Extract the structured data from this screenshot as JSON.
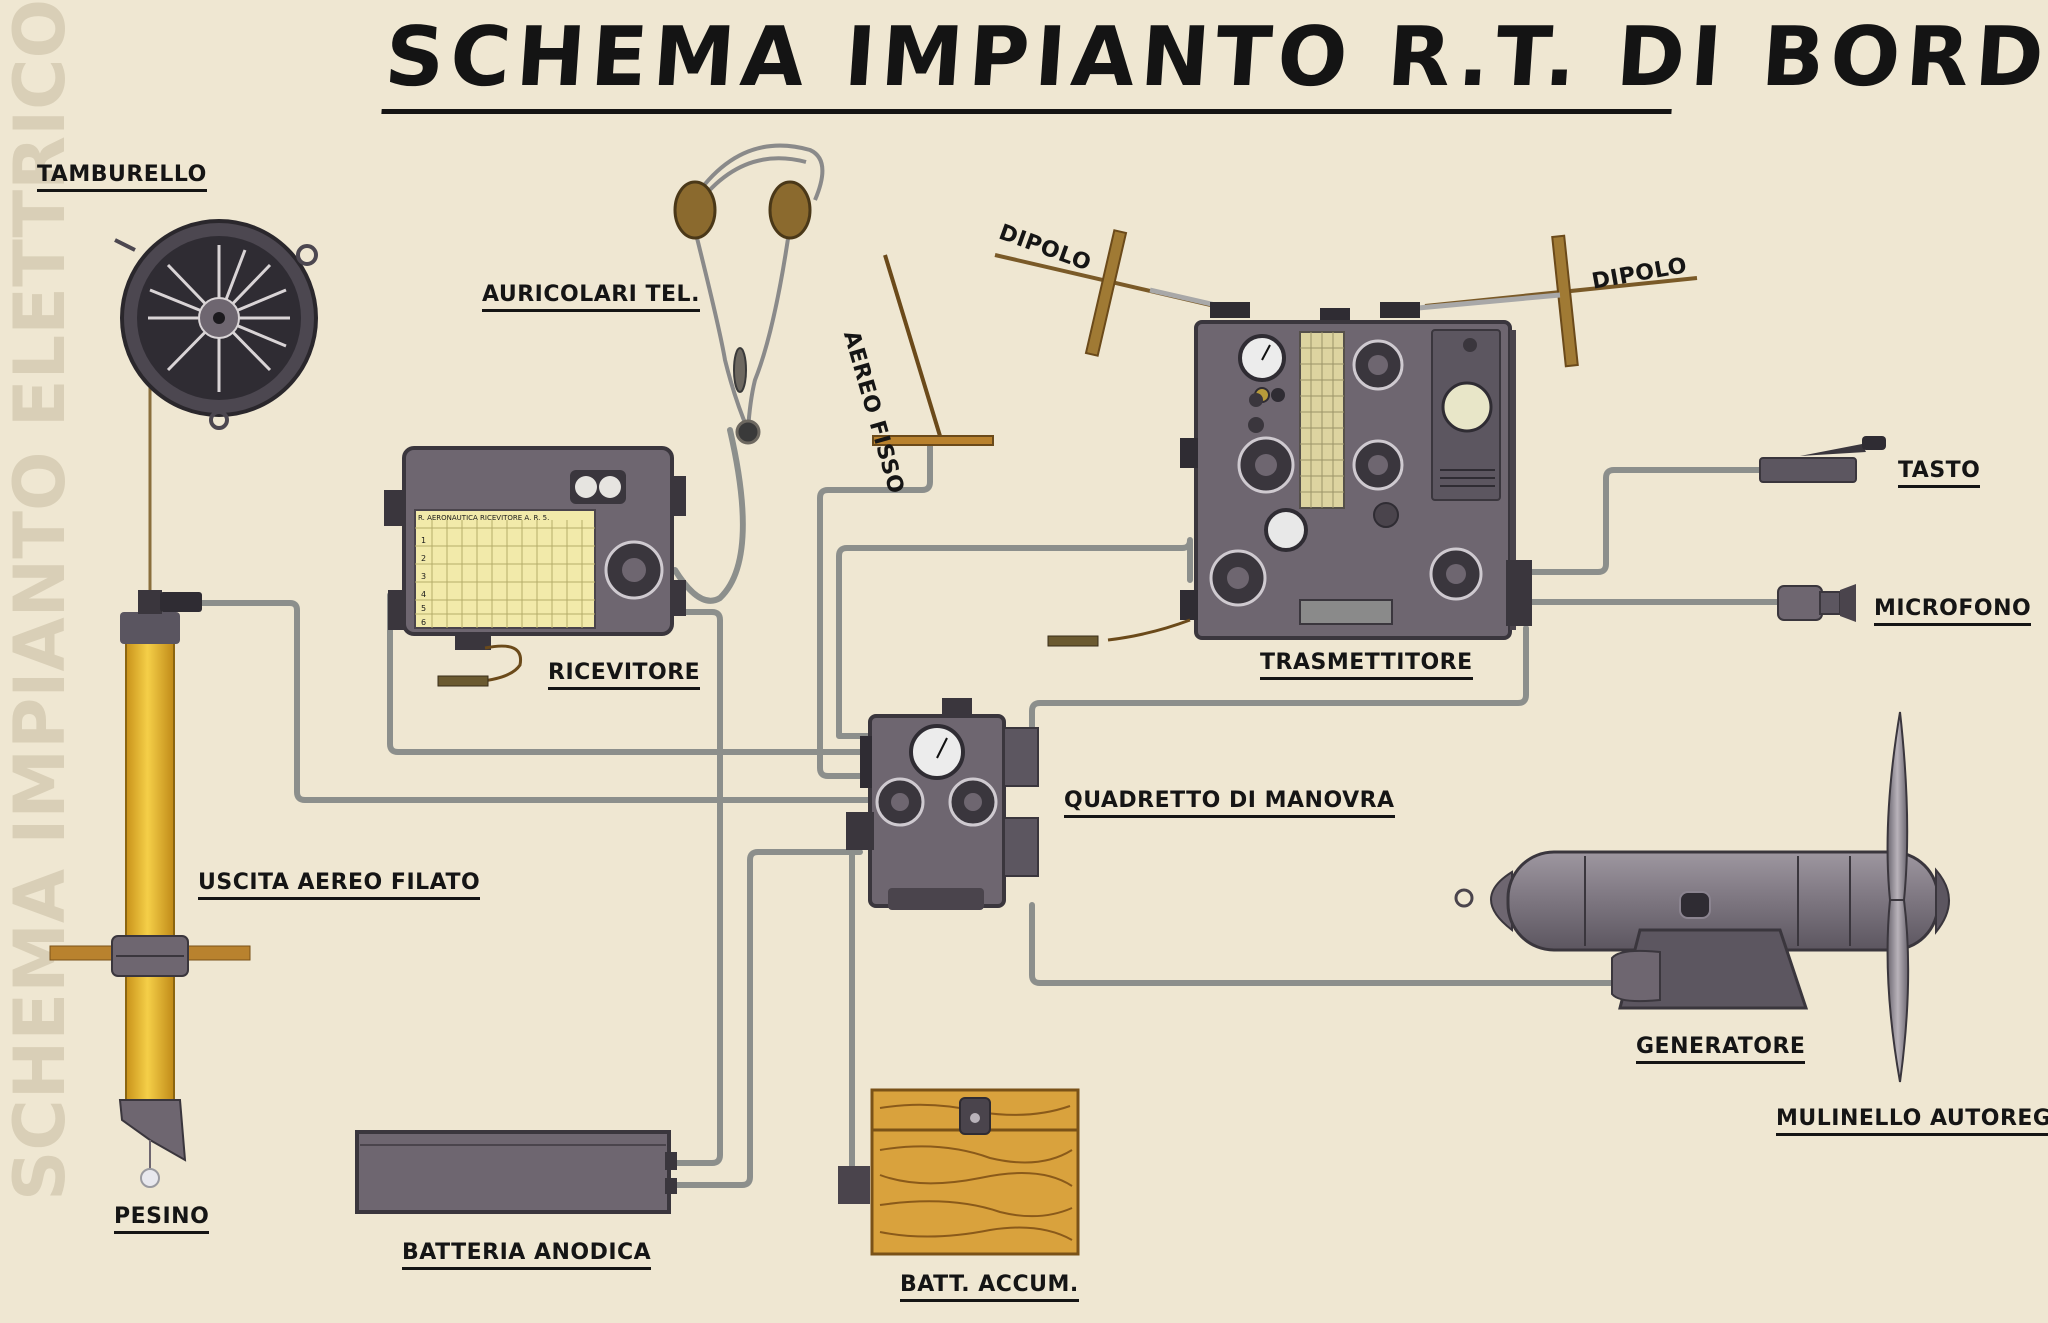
{
  "title": "SCHEMA IMPIANTO R.T. DI BORDO",
  "labels": {
    "tamburello": "TAMBURELLO",
    "auricolari": "AURICOLARI TEL.",
    "aereo_fisso": "AEREO FISSO",
    "dipolo_left": "DIPOLO",
    "dipolo_right": "DIPOLO",
    "tasto": "TASTO",
    "microfono": "MICROFONO",
    "ricevitore": "RICEVITORE",
    "trasmettitore": "TRASMETTITORE",
    "quadretto": "QUADRETTO DI MANOVRA",
    "uscita": "USCITA AEREO FILATO",
    "generatore": "GENERATORE",
    "mulinello": "MULINELLO AUTOREG.",
    "pesino": "PESINO",
    "batteria_anodica": "BATTERIA ANODICA",
    "batt_accum": "BATT. ACCUM."
  },
  "receiver_panel": {
    "header": "R. AERONAUTICA     RICEVITORE  A. R. 5.",
    "rows": [
      "1",
      "2",
      "3",
      "4",
      "5",
      "6"
    ]
  },
  "colors": {
    "paper": "#efe7d2",
    "equipment": "#6e6670",
    "equipment_dark": "#4a444c",
    "cable": "#8c8f8c",
    "mast": "#e9b82c",
    "wood": "#d9a23d",
    "ink": "#151515"
  }
}
